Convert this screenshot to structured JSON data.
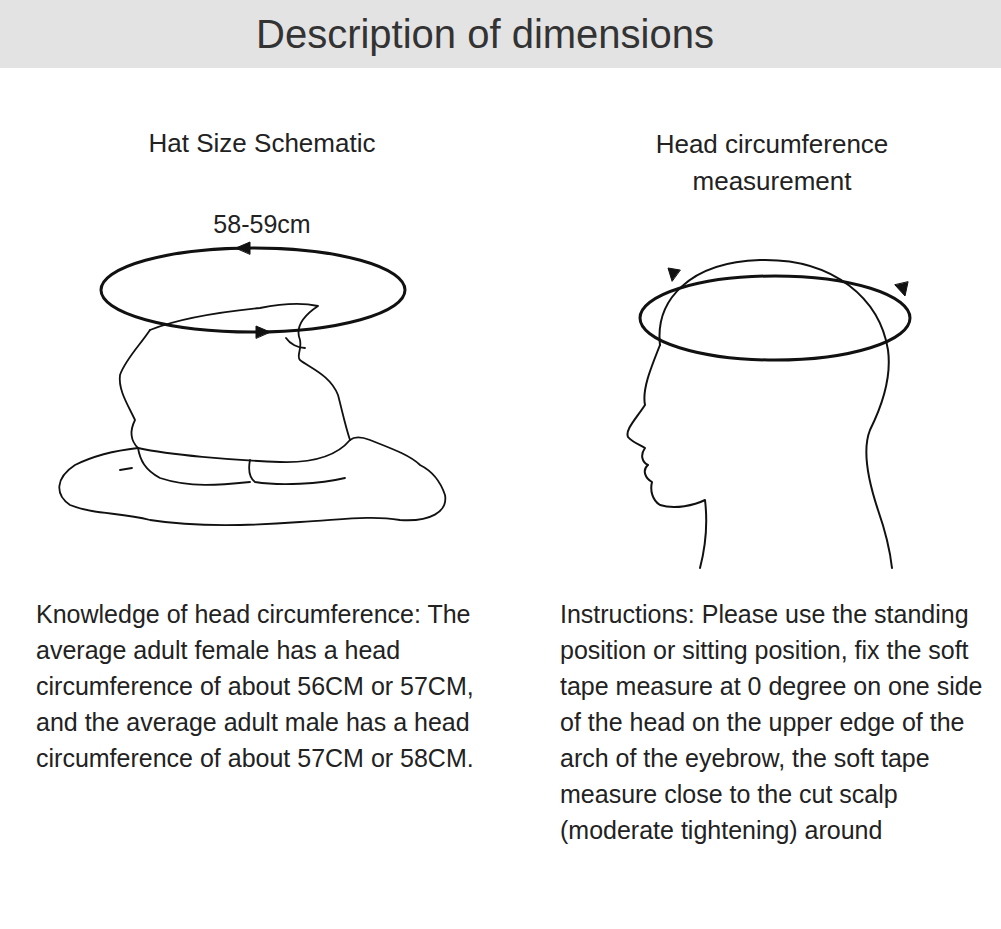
{
  "diagram": {
    "title": "Description of dimensions",
    "labels": [
      "Hat Size Schematic",
      "Head circumference measurement",
      "58-59cm",
      "Knowledge of head circumference: The average adult female has a head circumference of about 56CM or 57CM, and the average adult male has a head circumference of about 57CM or 58CM.",
      "Instructions: Please use the standing position or sitting position, fix the soft tape measure at 0 degree on one side of the head on the upper edge of the arch of the eyebrow, the soft tape measure close to the cut scalp (moderate tightening) around"
    ]
  }
}
